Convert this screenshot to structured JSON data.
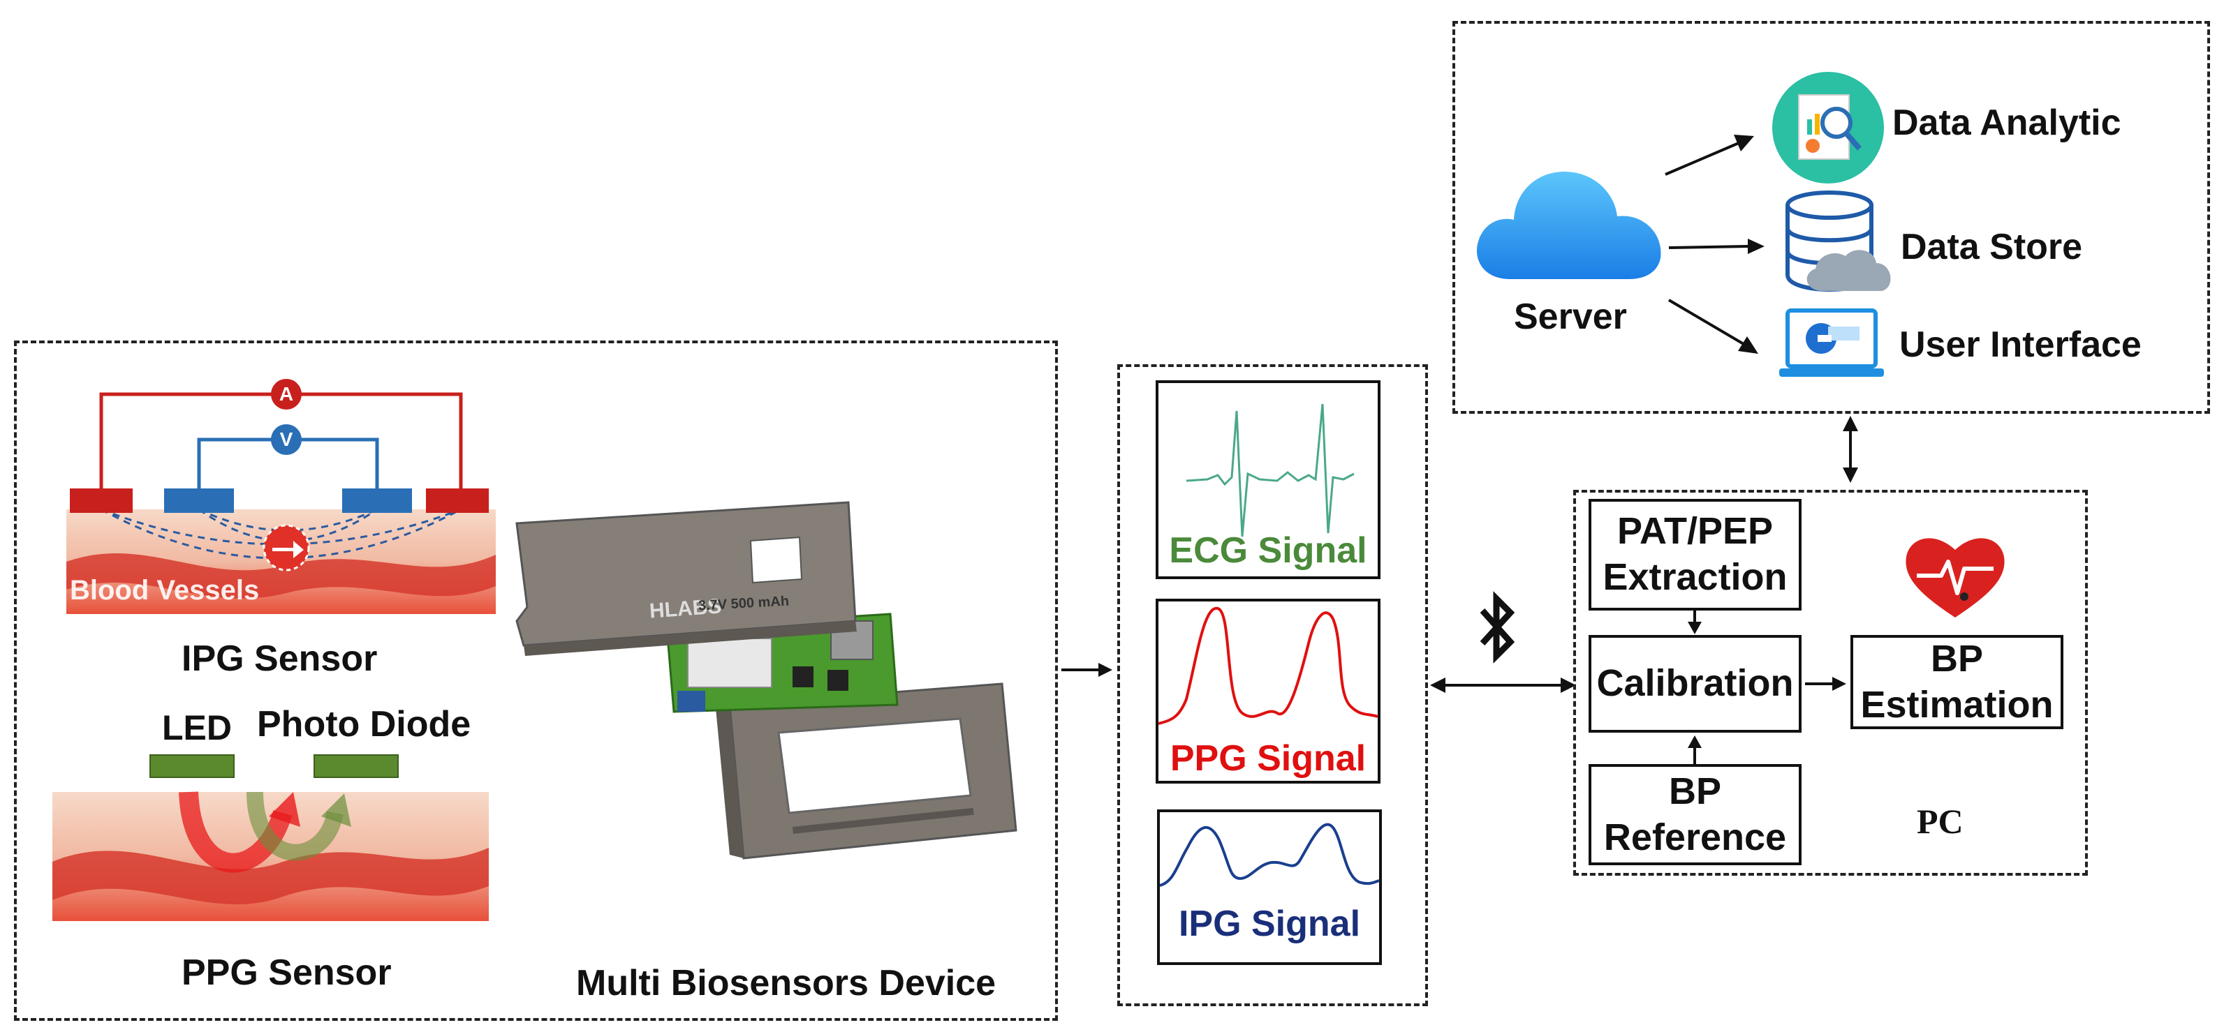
{
  "device": {
    "ipg_sensor_label": "IPG Sensor",
    "ppg_sensor_label": "PPG Sensor",
    "blood_vessels_label": "Blood Vessels",
    "ammeter_symbol": "A",
    "voltmeter_symbol": "V",
    "led_label": "LED",
    "photo_diode_label": "Photo Diode",
    "board_brand": "HLABS",
    "battery_label": "3.7V 500 mAh",
    "title": "Multi  Biosensors  Device"
  },
  "signals": {
    "ecg_label": "ECG Signal",
    "ppg_label": "PPG Signal",
    "ipg_label": "IPG Signal",
    "ecg_color": "#4a8a3a",
    "ppg_color": "#e01010",
    "ipg_color": "#1a2f7a"
  },
  "server": {
    "label": "Server",
    "outputs": [
      {
        "label": "Data Analytic",
        "icon": "analytics-icon"
      },
      {
        "label": "Data Store",
        "icon": "database-icon"
      },
      {
        "label": "User Interface",
        "icon": "monitor-icon"
      }
    ]
  },
  "pc": {
    "label": "PC",
    "pat_pep": "PAT/PEP\nExtraction",
    "calibration": "Calibration",
    "bp_reference": "BP\nReference",
    "bp_estimation": "BP\nEstimation",
    "icon": "heart-pulse-icon"
  },
  "colors": {
    "red": "#c8201c",
    "blue": "#2a6fb5",
    "green": "#6a8f3a",
    "tissue": "#f4cdb8",
    "cloud": "#3ba6f0",
    "teal": "#2bbfa4"
  }
}
